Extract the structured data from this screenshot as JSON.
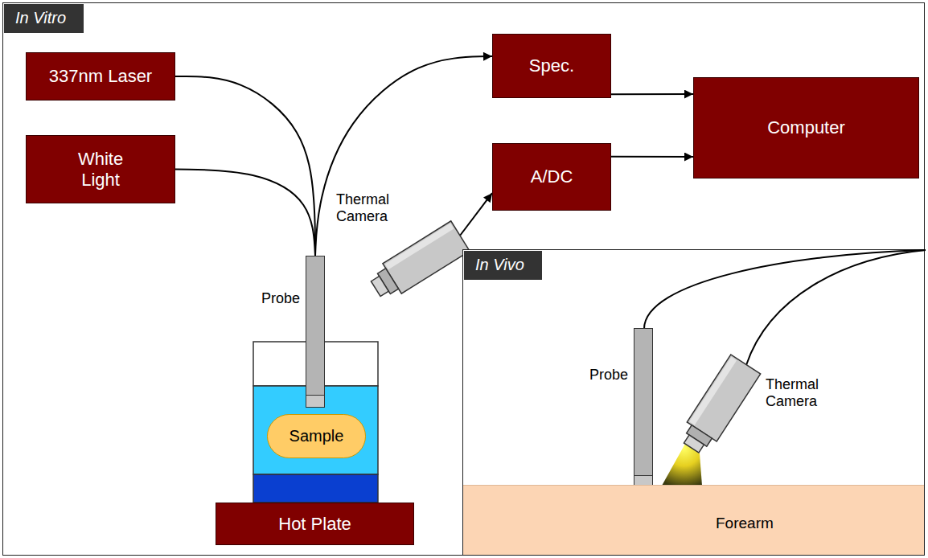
{
  "diagram": {
    "nodes": [
      {
        "text": [
          "In Vitro"
        ]
      },
      {
        "text": [
          "337nm Laser"
        ],
        "in": 0
      },
      {
        "text": [
          "White Light"
        ],
        "in": 0
      },
      {
        "text": [
          "Spec."
        ],
        "in": 0
      },
      {
        "text": [
          "Computer"
        ],
        "in": 0
      },
      {
        "text": [
          "A/DC"
        ],
        "in": 0
      },
      {
        "text": [
          "Probe"
        ],
        "in": 0
      },
      {
        "text": [
          "Thermal Camera"
        ],
        "in": 0
      },
      {
        "text": [
          "Sample"
        ],
        "in": 0
      },
      {
        "text": [
          "Hot Plate"
        ],
        "in": 0
      },
      {
        "text": [
          "In Vivo"
        ],
        "in": 0
      },
      {
        "text": [
          "Probe"
        ],
        "in": 10
      },
      {
        "text": [
          "Thermal Camera"
        ],
        "in": 10
      },
      {
        "text": [
          "Forearm"
        ],
        "in": 10
      }
    ],
    "edges": [
      {
        "from": 1,
        "to": 6,
        "arrow": "none"
      },
      {
        "from": 2,
        "to": 6,
        "arrow": "none"
      },
      {
        "from": 6,
        "to": 3,
        "arrow": "to"
      },
      {
        "from": 3,
        "to": 4,
        "arrow": "to"
      },
      {
        "from": 5,
        "to": 4,
        "arrow": "to"
      },
      {
        "from": 7,
        "to": 5,
        "arrow": "to"
      }
    ]
  }
}
